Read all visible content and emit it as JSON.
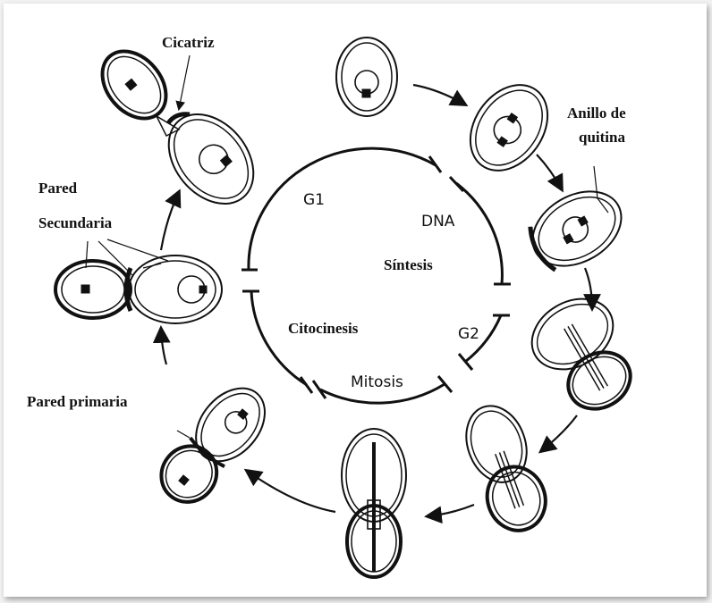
{
  "labels": {
    "cicatriz": "Cicatriz",
    "anillo_line1": "Anillo de",
    "anillo_line2": "quitina",
    "pared": "Pared",
    "secundaria": "Secundaria",
    "sintesis": "Síntesis",
    "citocinesis": "Citocinesis",
    "pared_primaria": "Pared primaria"
  },
  "phases": {
    "g1": "G1",
    "dna": "DNA",
    "g2": "G2",
    "mitosis": "Mitosis"
  }
}
